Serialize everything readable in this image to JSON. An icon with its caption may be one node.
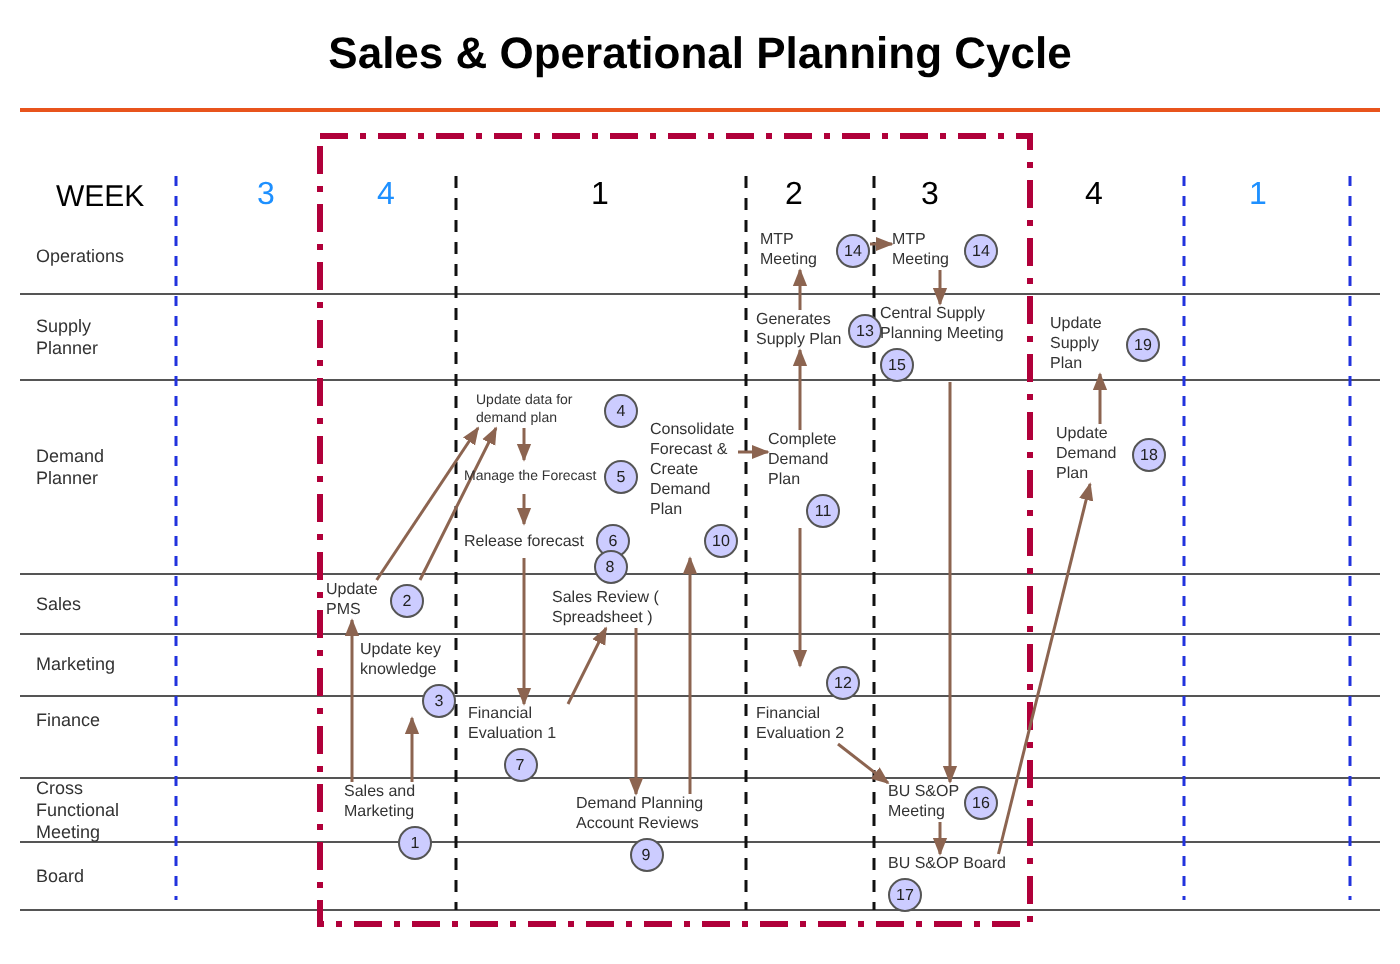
{
  "diagram": {
    "title": "Sales & Operational Planning Cycle",
    "nodes": [
      {
        "text": [
          "Sales and Marketing",
          "1"
        ]
      },
      {
        "text": [
          "Update PMS",
          "2"
        ]
      },
      {
        "text": [
          "Update key knowledge",
          "3"
        ]
      },
      {
        "text": [
          "Update data for demand plan",
          "4"
        ]
      },
      {
        "text": [
          "Manage the Forecast",
          "5"
        ]
      },
      {
        "text": [
          "Release forecast",
          "6"
        ]
      },
      {
        "text": [
          "Financial Evaluation 1",
          "7"
        ]
      },
      {
        "text": [
          "8",
          "Sales Review ( Spreadsheet )"
        ]
      },
      {
        "text": [
          "Demand Planning Account Reviews",
          "9"
        ]
      },
      {
        "text": [
          "Consolidate Forecast & Create Demand Plan",
          "10"
        ]
      },
      {
        "text": [
          "Complete Demand Plan",
          "11"
        ]
      },
      {
        "text": [
          "12",
          "Financial Evaluation 2"
        ]
      },
      {
        "text": [
          "Generates Supply Plan",
          "13"
        ]
      },
      {
        "text": [
          "MTP Meeting",
          "14"
        ]
      },
      {
        "text": [
          "MTP Meeting",
          "14"
        ]
      },
      {
        "text": [
          "Central Supply Planning Meeting",
          "15"
        ]
      },
      {
        "text": [
          "BU S&OP Meeting",
          "16"
        ]
      },
      {
        "text": [
          "BU S&OP Board",
          "17"
        ]
      },
      {
        "text": [
          "Update Demand Plan",
          "18"
        ]
      },
      {
        "text": [
          "Update Supply Plan",
          "19"
        ]
      }
    ],
    "edges": [
      {
        "from": 0,
        "to": 1,
        "arrow": "to"
      },
      {
        "from": 0,
        "to": 2,
        "arrow": "to"
      },
      {
        "from": 1,
        "to": 3,
        "arrow": "to"
      },
      {
        "from": 1,
        "to": 3,
        "arrow": "to"
      },
      {
        "from": 3,
        "to": 4,
        "arrow": "to"
      },
      {
        "from": 4,
        "to": 5,
        "arrow": "to"
      },
      {
        "from": 5,
        "to": 6,
        "arrow": "to"
      },
      {
        "from": 6,
        "to": 7,
        "arrow": "to"
      },
      {
        "from": 7,
        "to": 8,
        "arrow": "to"
      },
      {
        "from": 8,
        "to": 9,
        "arrow": "to"
      },
      {
        "from": 9,
        "to": 10,
        "arrow": "to"
      },
      {
        "from": 10,
        "to": 11,
        "arrow": "to"
      },
      {
        "from": 10,
        "to": 12,
        "arrow": "to"
      },
      {
        "from": 12,
        "to": 13,
        "arrow": "to"
      },
      {
        "from": 13,
        "to": 14,
        "arrow": "to"
      },
      {
        "from": 14,
        "to": 15,
        "arrow": "to"
      },
      {
        "from": 15,
        "to": 16,
        "arrow": "to"
      },
      {
        "from": 11,
        "to": 16,
        "arrow": "to"
      },
      {
        "from": 16,
        "to": 17,
        "arrow": "to"
      },
      {
        "from": 17,
        "to": 18,
        "arrow": "to"
      },
      {
        "from": 18,
        "to": 19,
        "arrow": "to"
      }
    ],
    "labels": [
      "WEEK",
      "3",
      "4",
      "1",
      "2",
      "3",
      "4",
      "1",
      "Operations",
      "Supply Planner",
      "Demand Planner",
      "Sales",
      "Marketing",
      "Finance",
      "Cross Functional Meeting",
      "Board"
    ]
  }
}
